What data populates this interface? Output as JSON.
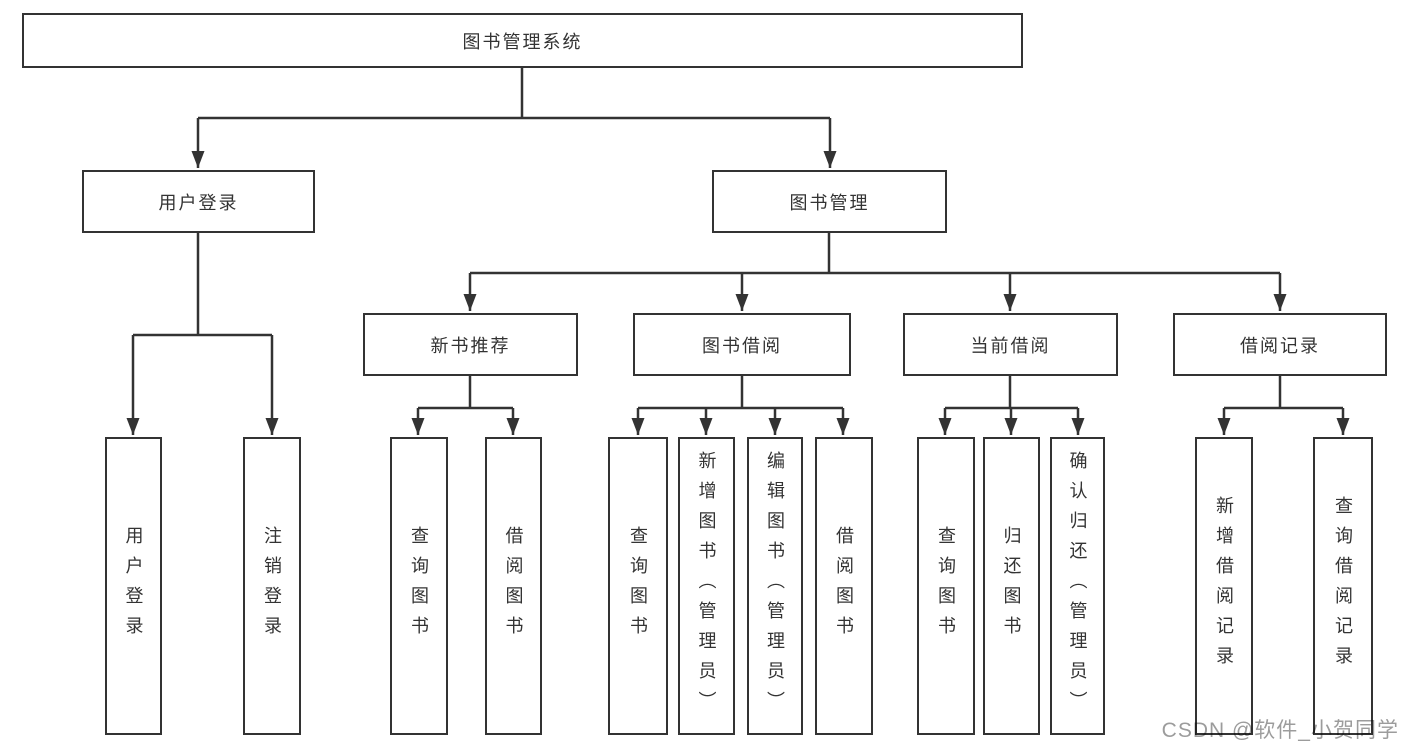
{
  "diagram": {
    "type": "hierarchy-tree",
    "root": {
      "id": "system",
      "label": "图书管理系统"
    },
    "level2": [
      {
        "id": "user-login",
        "label": "用户登录",
        "parent": "system"
      },
      {
        "id": "book-management",
        "label": "图书管理",
        "parent": "system"
      }
    ],
    "level3": [
      {
        "id": "new-book-recommend",
        "label": "新书推荐",
        "parent": "book-management"
      },
      {
        "id": "book-borrow",
        "label": "图书借阅",
        "parent": "book-management"
      },
      {
        "id": "current-borrow",
        "label": "当前借阅",
        "parent": "book-management"
      },
      {
        "id": "borrow-records",
        "label": "借阅记录",
        "parent": "book-management"
      }
    ],
    "leaves": [
      {
        "id": "leaf-user-login",
        "label": "用户登录",
        "parent": "user-login"
      },
      {
        "id": "leaf-logout",
        "label": "注销登录",
        "parent": "user-login"
      },
      {
        "id": "leaf-query-book-1",
        "label": "查询图书",
        "parent": "new-book-recommend"
      },
      {
        "id": "leaf-borrow-book-1",
        "label": "借阅图书",
        "parent": "new-book-recommend"
      },
      {
        "id": "leaf-query-book-2",
        "label": "查询图书",
        "parent": "book-borrow"
      },
      {
        "id": "leaf-add-book-admin",
        "label": "新增图书（管理员）",
        "parent": "book-borrow"
      },
      {
        "id": "leaf-edit-book-admin",
        "label": "编辑图书（管理员）",
        "parent": "book-borrow"
      },
      {
        "id": "leaf-borrow-book-2",
        "label": "借阅图书",
        "parent": "book-borrow"
      },
      {
        "id": "leaf-query-book-3",
        "label": "查询图书",
        "parent": "current-borrow"
      },
      {
        "id": "leaf-return-book",
        "label": "归还图书",
        "parent": "current-borrow"
      },
      {
        "id": "leaf-confirm-return-admin",
        "label": "确认归还（管理员）",
        "parent": "current-borrow"
      },
      {
        "id": "leaf-add-borrow-record",
        "label": "新增借阅记录",
        "parent": "borrow-records"
      },
      {
        "id": "leaf-query-borrow-record",
        "label": "查询借阅记录",
        "parent": "borrow-records"
      }
    ],
    "line_color": "#333333",
    "box_background": "#ffffff"
  },
  "watermark": {
    "text": "CSDN @软件_小贺同学",
    "color": "#9c9c9c"
  }
}
